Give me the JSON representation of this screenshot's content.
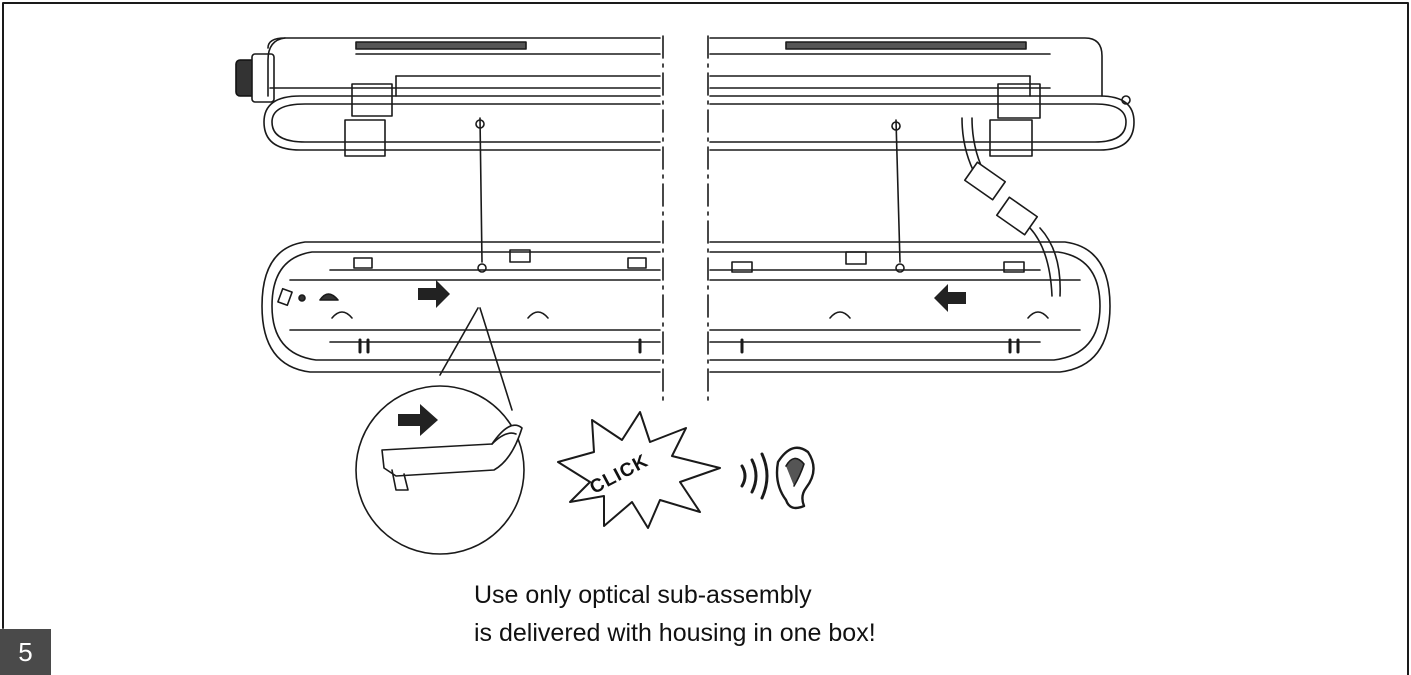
{
  "page": {
    "step_number": "5",
    "caption": {
      "line1": "Use only optical sub-assembly",
      "line2": "is delivered with housing in one box!"
    },
    "click_label": "CLICK"
  },
  "colors": {
    "line": "#1a1a1a",
    "step_badge": "#4a4a4a",
    "arrow": "#222222"
  },
  "icons": [
    "arrow-right-icon",
    "arrow-left-icon",
    "ear-icon",
    "sound-waves-icon",
    "click-burst-icon",
    "magnifier-circle-icon"
  ]
}
